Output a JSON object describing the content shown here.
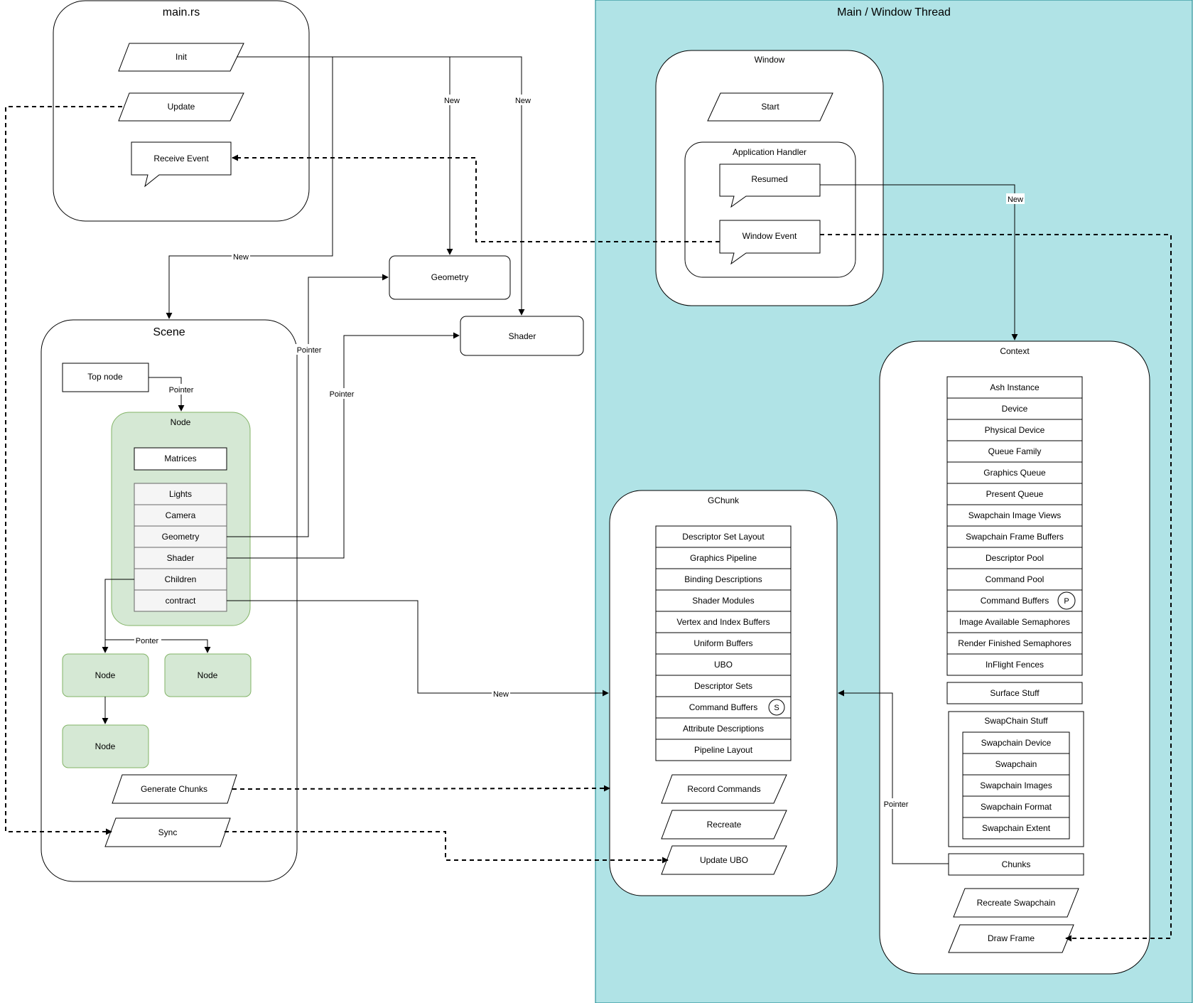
{
  "colors": {
    "thread_bg": "#b0e3e6",
    "thread_border": "#0e8088",
    "node_fill": "#d5e8d4",
    "node_border": "#82b366",
    "field_fill": "#f5f5f5"
  },
  "containers": {
    "main_rs": "main.rs",
    "thread": "Main / Window Thread",
    "window": "Window",
    "app_handler": "Application Handler",
    "scene": "Scene",
    "gchunk": "GChunk",
    "context": "Context",
    "swapchain_stuff": "SwapChain Stuff"
  },
  "main_rs": {
    "init": "Init",
    "update": "Update",
    "receive_event": "Receive Event"
  },
  "window": {
    "start": "Start",
    "resumed": "Resumed",
    "window_event": "Window Event"
  },
  "shared": {
    "geometry": "Geometry",
    "shader": "Shader"
  },
  "scene": {
    "top_node": "Top node",
    "node": "Node",
    "matrices": "Matrices",
    "fields": [
      "Lights",
      "Camera",
      "Geometry",
      "Shader",
      "Children",
      "contract"
    ],
    "child_nodes": [
      "Node",
      "Node",
      "Node"
    ],
    "generate_chunks": "Generate Chunks",
    "sync": "Sync"
  },
  "gchunk": {
    "fields": [
      "Descriptor Set Layout",
      "Graphics Pipeline",
      "Binding Descriptions",
      "Shader Modules",
      "Vertex and Index Buffers",
      "Uniform Buffers",
      "UBO",
      "Descriptor Sets",
      "Command Buffers",
      "Attribute Descriptions",
      "Pipeline Layout"
    ],
    "badge": "S",
    "actions": [
      "Record Commands",
      "Recreate",
      "Update UBO"
    ]
  },
  "context": {
    "fields": [
      "Ash Instance",
      "Device",
      "Physical Device",
      "Queue Family",
      "Graphics Queue",
      "Present Queue",
      "Swapchain Image Views",
      "Swapchain Frame Buffers",
      "Descriptor Pool",
      "Command Pool",
      "Command Buffers",
      "Image Available Semaphores",
      "Render Finished Semaphores",
      "InFlight Fences"
    ],
    "badge": "P",
    "surface": "Surface Stuff",
    "swapchain_fields": [
      "Swapchain Device",
      "Swapchain",
      "Swapchain Images",
      "Swapchain Format",
      "Swapchain Extent"
    ],
    "chunks": "Chunks",
    "actions": [
      "Recreate Swapchain",
      "Draw Frame"
    ]
  },
  "edge_labels": {
    "new": "New",
    "pointer": "Pointer",
    "ponter": "Ponter"
  }
}
